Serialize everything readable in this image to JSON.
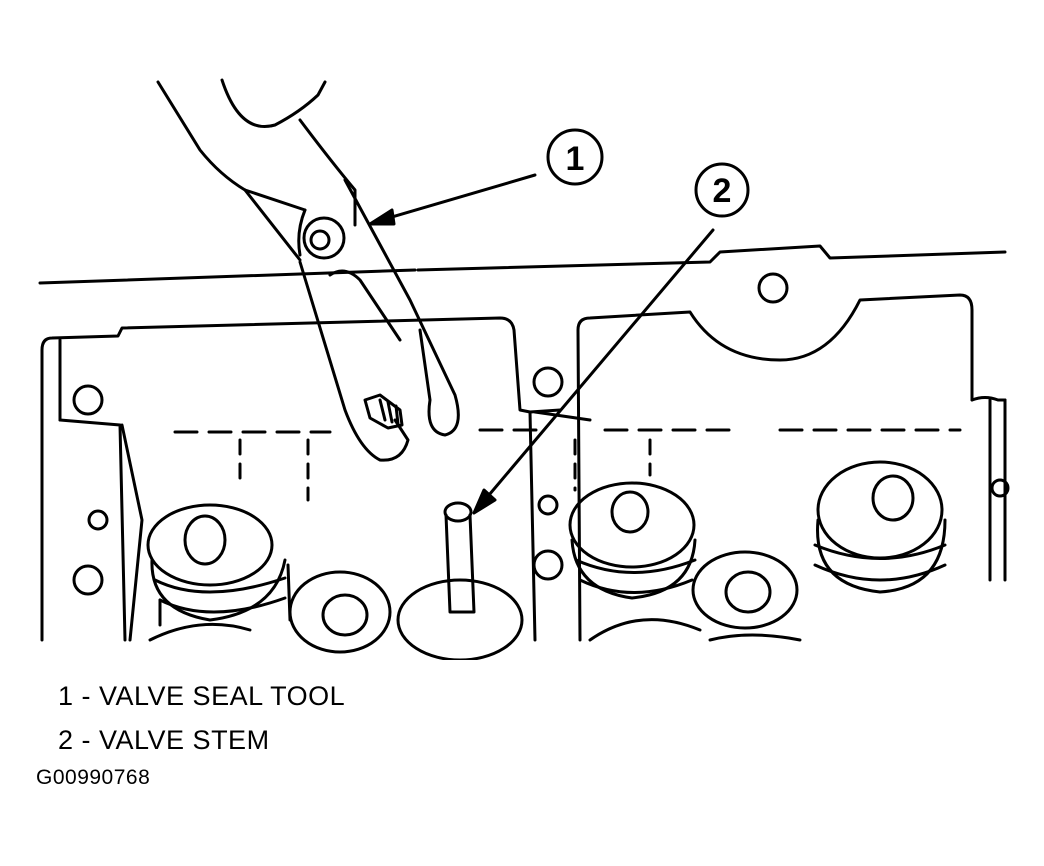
{
  "callouts": [
    {
      "number": "1",
      "label": "VALVE SEAL TOOL"
    },
    {
      "number": "2",
      "label": "VALVE STEM"
    }
  ],
  "legend": [
    "1 - VALVE SEAL TOOL",
    "2 - VALVE STEM"
  ],
  "figure_id": "G00990768",
  "colors": {
    "line": "#000000",
    "background": "#ffffff"
  }
}
